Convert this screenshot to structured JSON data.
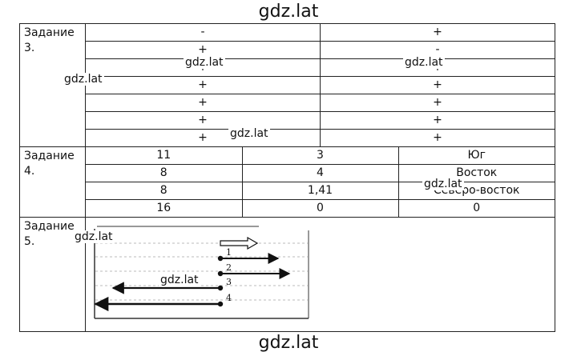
{
  "watermark": "gdz.lat",
  "task3": {
    "label_line1": "Задание",
    "label_line2": "3.",
    "rows": [
      [
        "-",
        "+"
      ],
      [
        "+",
        "-"
      ],
      [
        "+",
        "+"
      ],
      [
        "+",
        "+"
      ],
      [
        "+",
        "+"
      ],
      [
        "+",
        "+"
      ],
      [
        "+",
        "+"
      ]
    ]
  },
  "task4": {
    "label_line1": "Задание",
    "label_line2": "4.",
    "rows": [
      [
        "11",
        "3",
        "Юг"
      ],
      [
        "8",
        "4",
        "Восток"
      ],
      [
        "8",
        "1,41",
        "Северо-восток"
      ],
      [
        "16",
        "0",
        "0"
      ]
    ]
  },
  "task5": {
    "label_line1": "Задание",
    "label_line2": "5.",
    "figure_labels": [
      "1",
      "2",
      "3",
      "4"
    ]
  }
}
